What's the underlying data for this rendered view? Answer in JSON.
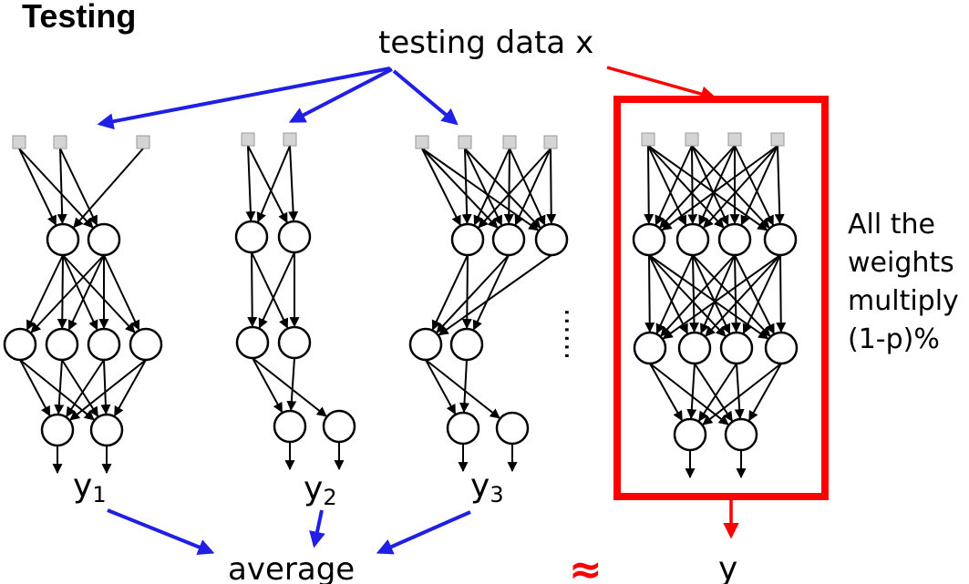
{
  "title": "Testing",
  "input_label": "testing data x",
  "outputs": {
    "y1": {
      "base": "y",
      "sub": "1"
    },
    "y2": {
      "base": "y",
      "sub": "2"
    },
    "y3": {
      "base": "y",
      "sub": "3"
    }
  },
  "average_label": "average",
  "final_output": "y",
  "approx_symbol": "≈",
  "ellipsis": "......",
  "note_lines": [
    "All the",
    "weights",
    "multiply",
    "(1-p)%"
  ],
  "colors": {
    "blue_arrow": "#1f1fe6",
    "red": "#ff0000",
    "input_box": "#d4d4d4"
  }
}
